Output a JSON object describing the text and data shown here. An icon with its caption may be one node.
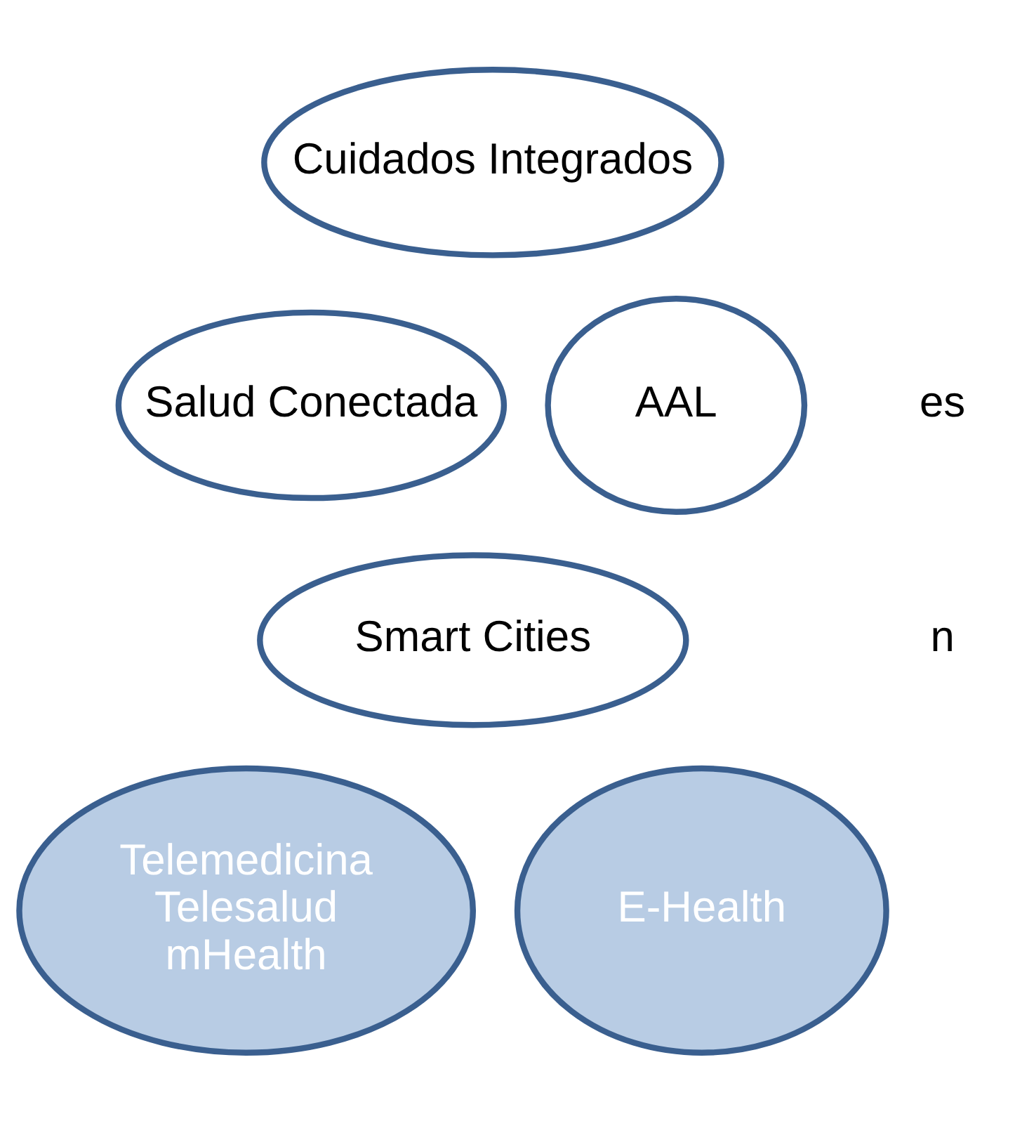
{
  "diagram": {
    "nodes": [
      {
        "text": [
          "Cuidados Integrados"
        ]
      },
      {
        "text": [
          "Salud Conectada"
        ]
      },
      {
        "text": [
          "AAL"
        ]
      },
      {
        "text": [
          "Smart Cities"
        ]
      },
      {
        "text": [
          "Telemedicina",
          "Telesalud",
          "mHealth"
        ]
      },
      {
        "text": [
          "E-Health"
        ]
      }
    ],
    "edges": [],
    "labels": [
      "es",
      "n"
    ]
  }
}
